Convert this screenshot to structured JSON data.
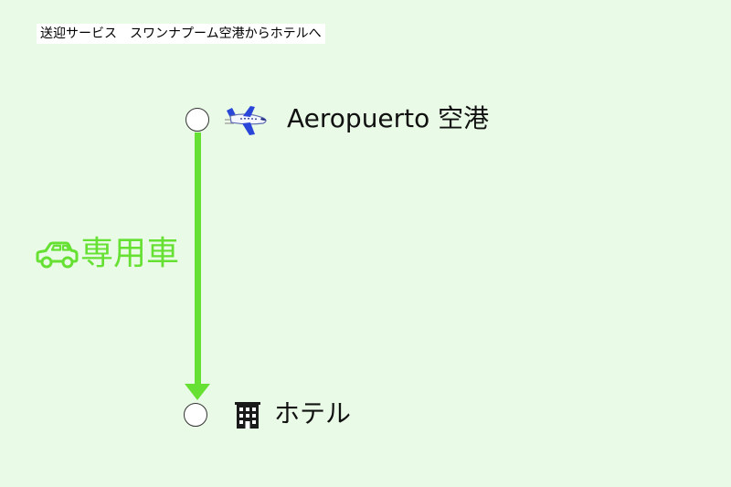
{
  "title": "送迎サービス　スワンナプーム空港からホテルへ",
  "route": {
    "origin": {
      "label": "Aeropuerto 空港",
      "icon": "airplane-icon"
    },
    "destination": {
      "label": "ホテル",
      "icon": "hotel-building-icon"
    },
    "transport": {
      "label": "専用車",
      "icon": "car-icon"
    }
  },
  "colors": {
    "background": "#e9fbe6",
    "accent": "#66e033",
    "title_background": "#ffffff"
  }
}
